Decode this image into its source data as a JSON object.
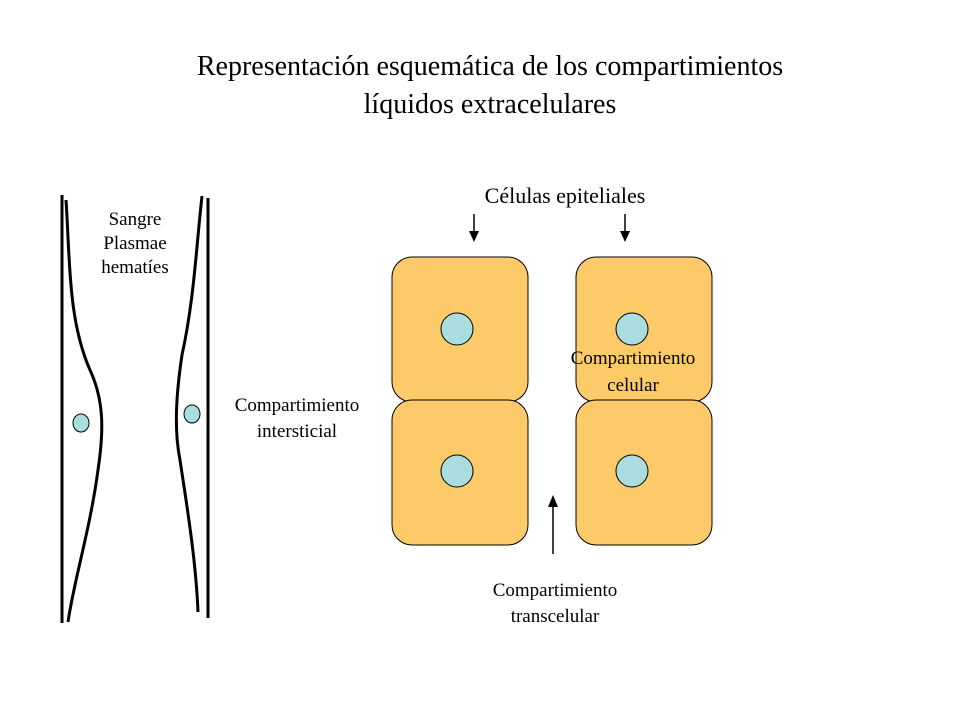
{
  "title": {
    "line1": "Representación esquemática de los compartimientos",
    "line2": "líquidos extracelulares"
  },
  "labels": {
    "blood_line1": "Sangre",
    "blood_line2": "Plasmae",
    "blood_line3": "hematíes",
    "interstitial_line1": "Compartimiento",
    "interstitial_line2": "intersticial",
    "epithelial": "Células epiteliales",
    "cellular_line1": "Compartimiento",
    "cellular_line2": "celular",
    "transcellular_line1": "Compartimiento",
    "transcellular_line2": "transcelular"
  },
  "colors": {
    "cell_fill": "#fdca6a",
    "nucleus_fill": "#a9dde0",
    "outline": "#000000"
  }
}
